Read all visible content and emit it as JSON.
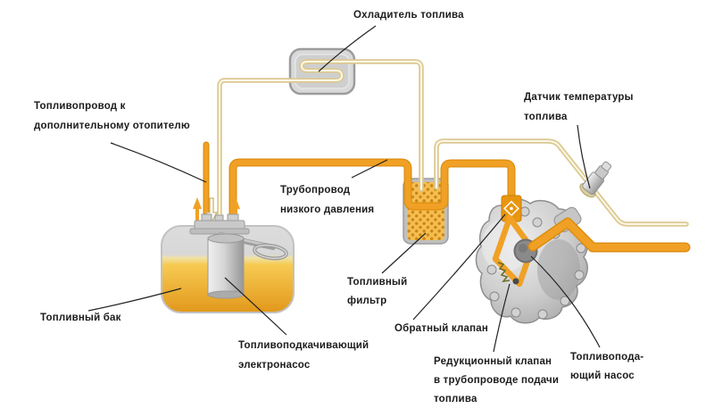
{
  "diagram": {
    "labels": {
      "cooler": "Охладитель топлива",
      "heater": [
        "Топливопровод к",
        "дополнительному отопителю"
      ],
      "low_pressure": [
        "Трубопровод",
        "низкого давления"
      ],
      "temp_sensor": [
        "Датчик температуры",
        "топлива"
      ],
      "fuel_tank": "Топливный бак",
      "electric_pump": [
        "Топливоподкачивающий",
        "электронасос"
      ],
      "fuel_filter": [
        "Топливный",
        "фильтр"
      ],
      "check_valve": "Обратный клапан",
      "pressure_valve": [
        "Редукционный клапан",
        "в трубопроводе подачи",
        "топлива"
      ],
      "supply_pump": [
        "Топливопода-",
        "ющий насос"
      ]
    },
    "colors": {
      "supply_pipe": "#F0A125",
      "supply_pipe_dark": "#DD8D10",
      "return_pipe": "#DCC993",
      "return_pipe_core": "#FBF7E6",
      "fuel_top": "#F7CA52",
      "fuel_bottom": "#E1981B",
      "filter_bg": "#F5BE4E",
      "filter_dot": "#C9851B",
      "valve_body": "#E8960F",
      "leader_line": "#222222",
      "background": "#FFFFFF"
    }
  }
}
